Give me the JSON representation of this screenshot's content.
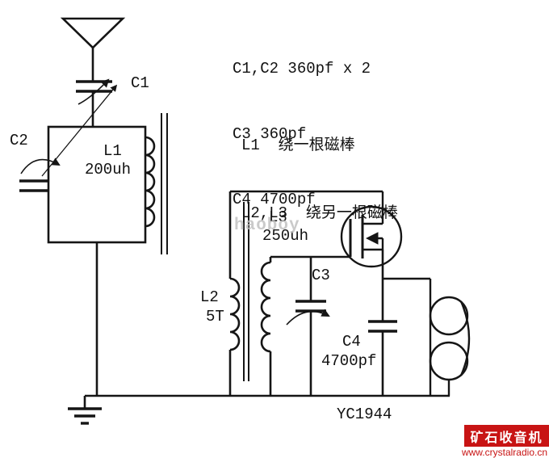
{
  "page": {
    "bg_color": "#ffffff",
    "line_color": "#151515"
  },
  "notes": {
    "cap_values": [
      "C1,C2 360pf x 2",
      "C3 360pf",
      "C4 4700pf"
    ],
    "coil_notes": [
      "L1  绕一根磁棒",
      "L2,L3  绕另一根磁棒"
    ]
  },
  "labels": {
    "c1": "C1",
    "c2": "C2",
    "l1_name": "L1",
    "l1_value": "200uh",
    "l2_name": "L2",
    "l2_value": "5T",
    "l3_name": "L3",
    "l3_value": "250uh",
    "c3": "C3",
    "c4_name": "C4",
    "c4_value": "4700pf"
  },
  "model_number": "YC1944",
  "watermark": "haoboy",
  "badge": {
    "title": "矿石收音机",
    "url": "www.crystalradio.cn",
    "bg_color": "#c81414",
    "title_color": "#ffffff",
    "url_color": "#c81414"
  }
}
